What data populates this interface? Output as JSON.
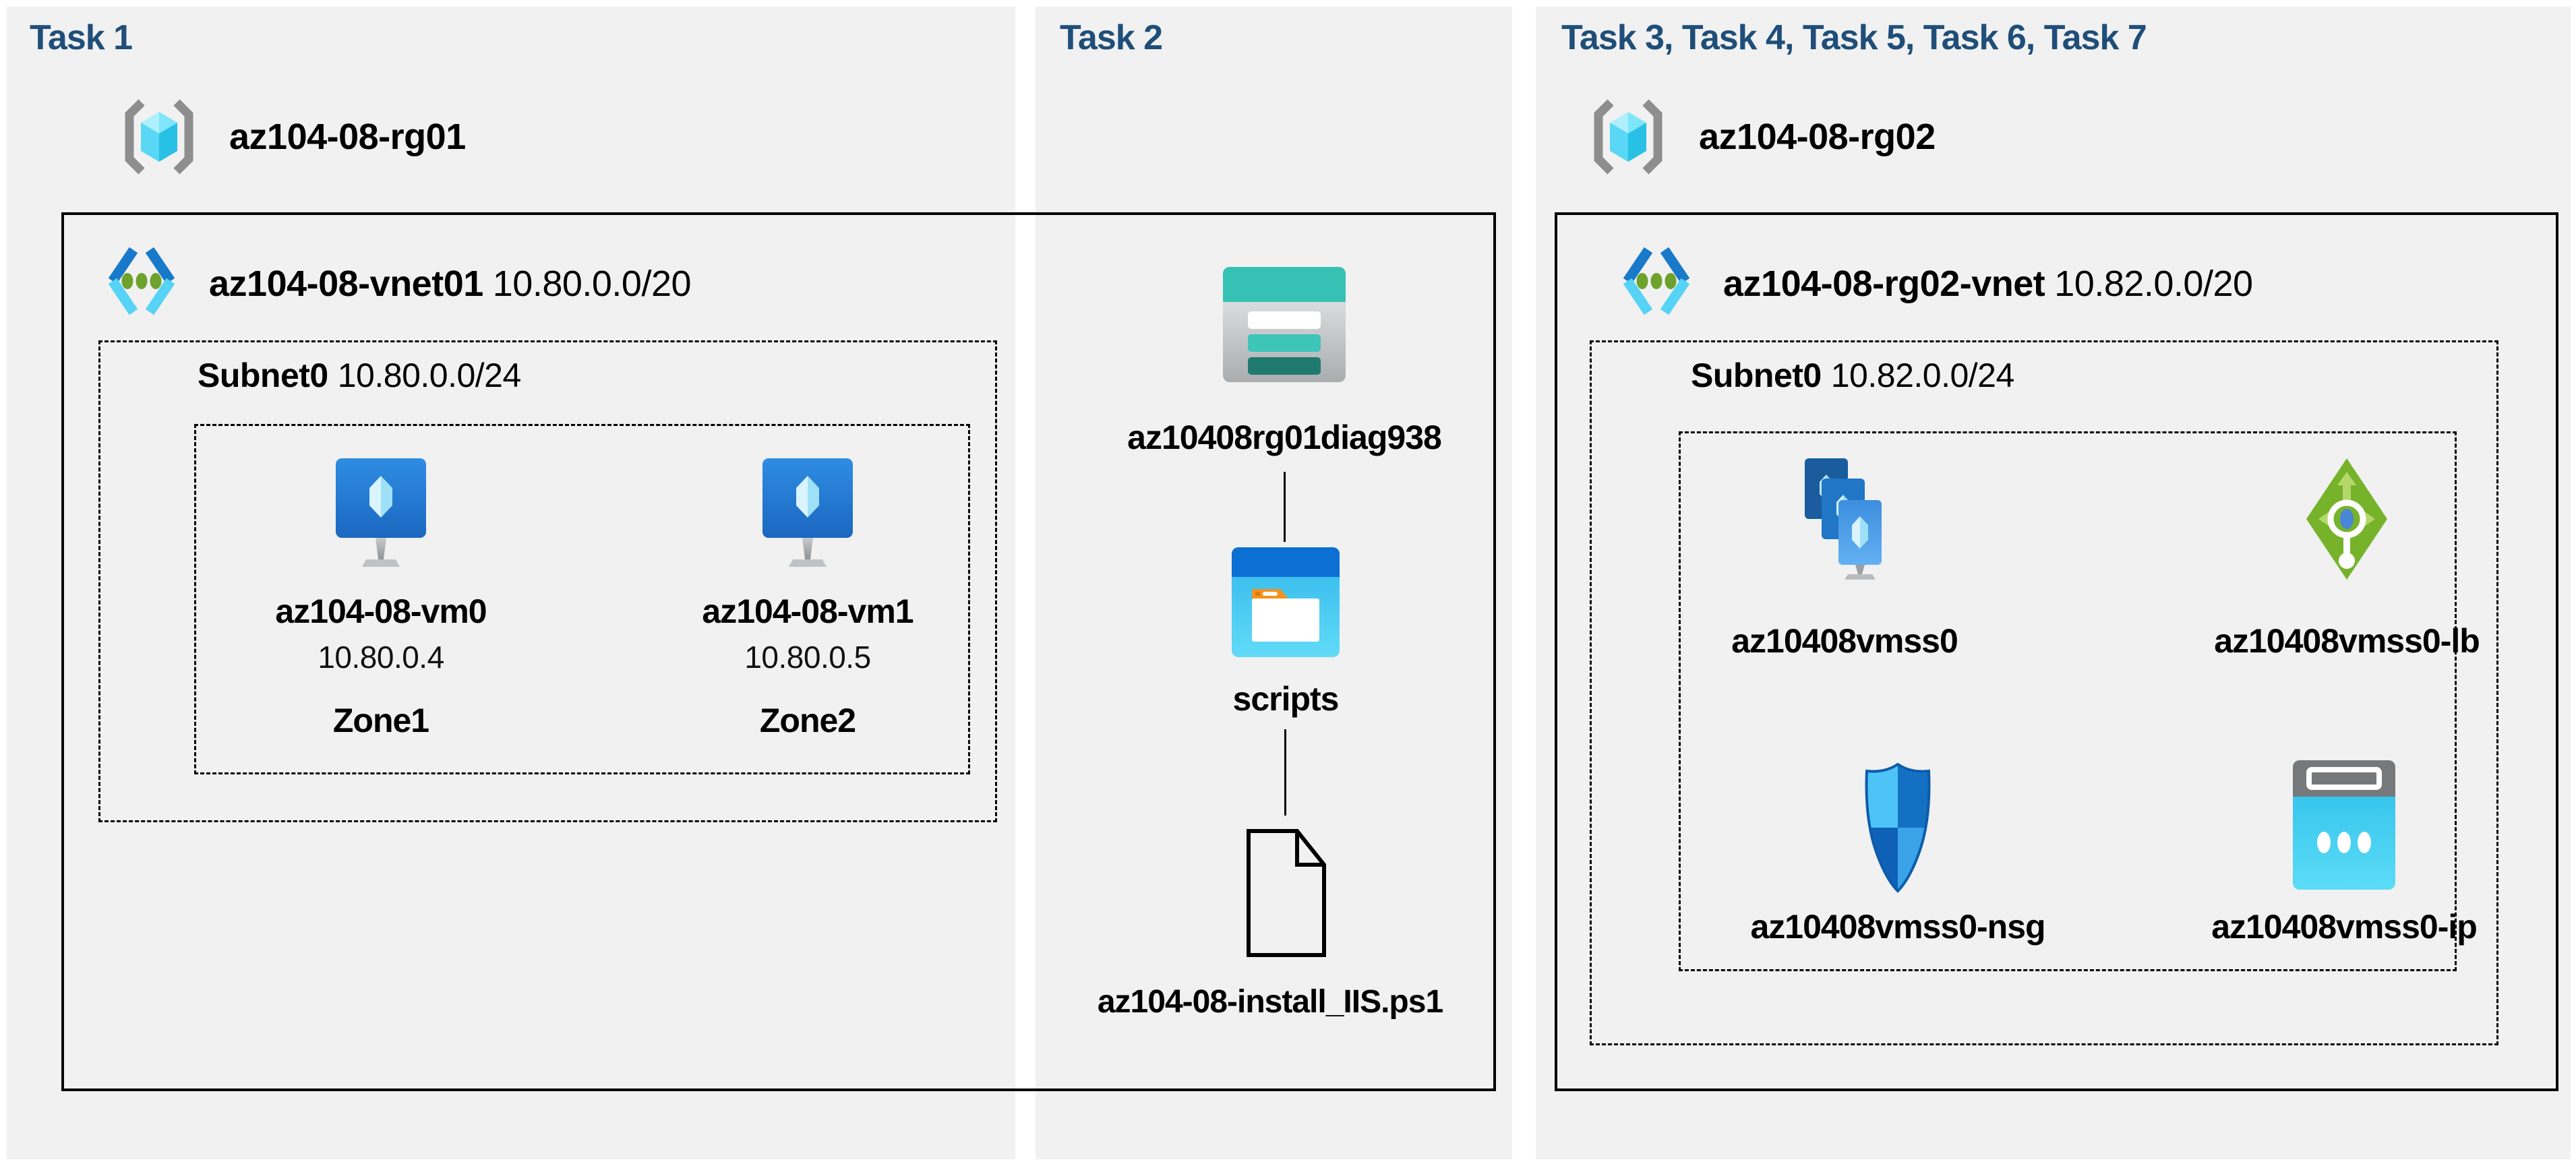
{
  "task1": {
    "title": "Task 1",
    "resource_group": {
      "name": "az104-08-rg01"
    },
    "vnet": {
      "name": "az104-08-vnet01",
      "cidr": "10.80.0.0/20"
    },
    "subnet": {
      "name": "Subnet0",
      "cidr": "10.80.0.0/24"
    },
    "vm0": {
      "name": "az104-08-vm0",
      "ip": "10.80.0.4",
      "zone": "Zone1"
    },
    "vm1": {
      "name": "az104-08-vm1",
      "ip": "10.80.0.5",
      "zone": "Zone2"
    }
  },
  "task2": {
    "title": "Task 2",
    "storage_account": {
      "name": "az10408rg01diag938"
    },
    "container": {
      "name": "scripts"
    },
    "file": {
      "name": "az104-08-install_IIS.ps1"
    }
  },
  "task3": {
    "title": "Task 3, Task 4, Task 5, Task 6, Task 7",
    "resource_group": {
      "name": "az104-08-rg02"
    },
    "vnet": {
      "name": "az104-08-rg02-vnet",
      "cidr": "10.82.0.0/20"
    },
    "subnet": {
      "name": "Subnet0",
      "cidr": "10.82.0.0/24"
    },
    "vmss": {
      "name": "az10408vmss0"
    },
    "load_balancer": {
      "name": "az10408vmss0-lb"
    },
    "nsg": {
      "name": "az10408vmss0-nsg"
    },
    "public_ip": {
      "name": "az10408vmss0-ip"
    }
  },
  "colors": {
    "title_navy": "#1f4e79",
    "panel_gray": "#f1f1f1",
    "cube_cyan": "#50e6ff",
    "vnet_blue": "#1979ca",
    "vnet_cyan": "#57d3f6",
    "dot_green": "#6da22c",
    "vm_blue": "#2f8de2",
    "storage_teal": "#35c2b4",
    "storage_teal_dark": "#20796f",
    "container_blue": "#0b6fd3",
    "container_cyan": "#2fb6ea",
    "folder_orange": "#f6921e",
    "lb_green": "#76b32b",
    "nsg_blue": "#1470c2",
    "ip_cyan": "#29bde9",
    "line_black": "#000000"
  }
}
